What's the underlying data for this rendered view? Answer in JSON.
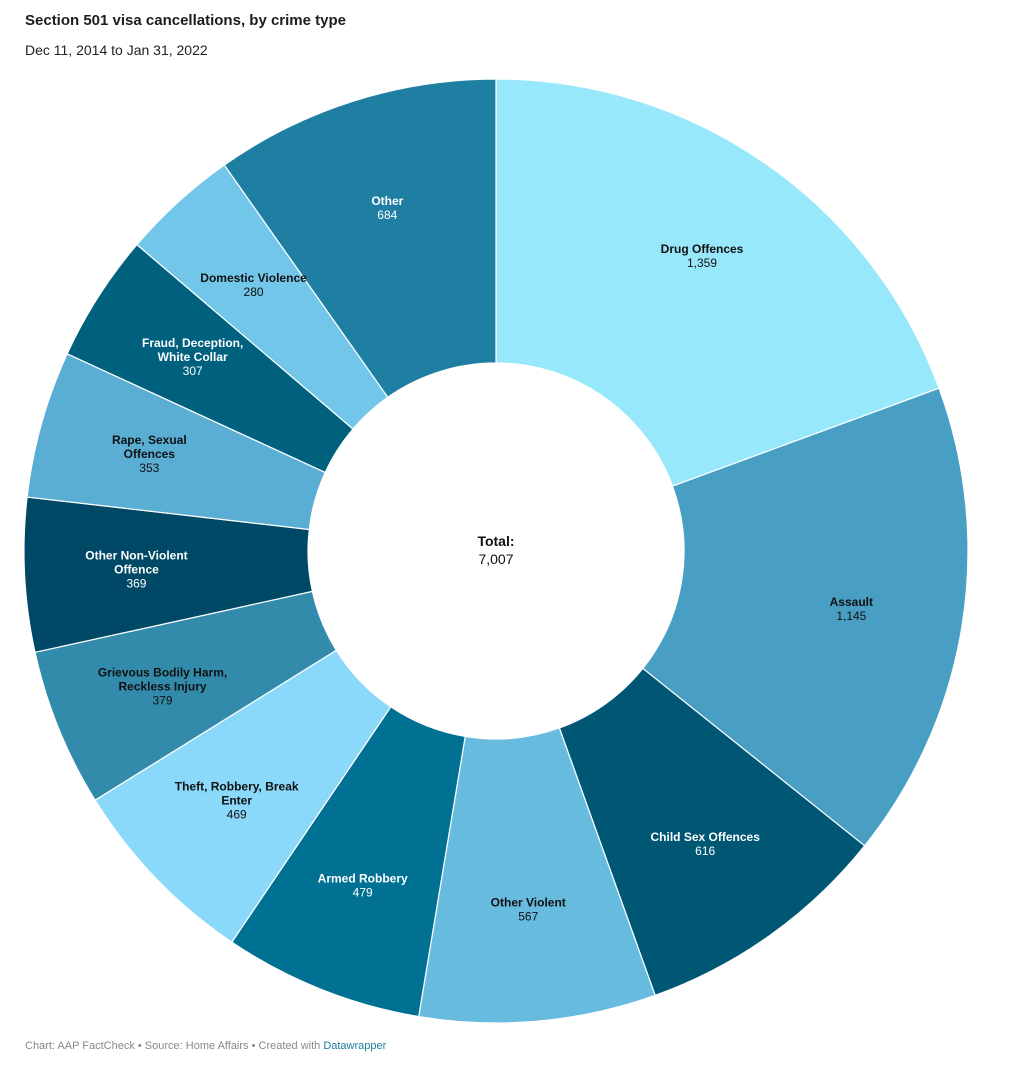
{
  "header": {
    "title": "Section 501 visa cancellations, by crime type",
    "subtitle": "Dec 11, 2014 to Jan 31, 2022"
  },
  "chart_data": {
    "type": "pie",
    "subtype": "donut",
    "title": "Section 501 visa cancellations, by crime type",
    "subtitle": "Dec 11, 2014 to Jan 31, 2022",
    "center": {
      "title": "Total:",
      "value": "7,007"
    },
    "slices": [
      {
        "lines": [
          "Drug Offences"
        ],
        "value": 1359,
        "value_label": "1,359",
        "color": "#98e8fc",
        "label_color": "#111111"
      },
      {
        "lines": [
          "Assault"
        ],
        "value": 1145,
        "value_label": "1,145",
        "color": "#489fc3",
        "label_color": "#111111"
      },
      {
        "lines": [
          "Child Sex Offences"
        ],
        "value": 616,
        "value_label": "616",
        "color": "#005774",
        "label_color": "#ffffff"
      },
      {
        "lines": [
          "Other Violent"
        ],
        "value": 567,
        "value_label": "567",
        "color": "#66bbdf",
        "label_color": "#111111"
      },
      {
        "lines": [
          "Armed Robbery"
        ],
        "value": 479,
        "value_label": "479",
        "color": "#007192",
        "label_color": "#ffffff"
      },
      {
        "lines": [
          "Theft, Robbery, Break",
          "Enter"
        ],
        "value": 469,
        "value_label": "469",
        "color": "#8ad9fb",
        "label_color": "#111111"
      },
      {
        "lines": [
          "Grievous Bodily Harm,",
          "Reckless Injury"
        ],
        "value": 379,
        "value_label": "379",
        "color": "#338bac",
        "label_color": "#111111"
      },
      {
        "lines": [
          "Other Non-Violent",
          "Offence"
        ],
        "value": 369,
        "value_label": "369",
        "color": "#004966",
        "label_color": "#ffffff"
      },
      {
        "lines": [
          "Rape, Sexual",
          "Offences"
        ],
        "value": 353,
        "value_label": "353",
        "color": "#5aaed3",
        "label_color": "#111111"
      },
      {
        "lines": [
          "Fraud, Deception,",
          "White Collar"
        ],
        "value": 307,
        "value_label": "307",
        "color": "#00617f",
        "label_color": "#ffffff"
      },
      {
        "lines": [
          "Domestic Violence"
        ],
        "value": 280,
        "value_label": "280",
        "color": "#72c6ea",
        "label_color": "#111111"
      },
      {
        "lines": [
          "Other"
        ],
        "value": 684,
        "value_label": "684",
        "color": "#1f7fa3",
        "label_color": "#ffffff"
      }
    ]
  },
  "footer": {
    "prefix": "Chart: AAP FactCheck • Source: Home Affairs • Created with ",
    "link_text": "Datawrapper"
  }
}
